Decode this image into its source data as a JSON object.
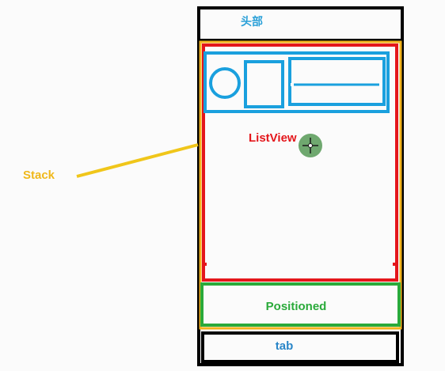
{
  "labels": {
    "header": "头部",
    "listview": "ListView",
    "stack": "Stack",
    "positioned": "Positioned",
    "tab": "tab"
  },
  "colors": {
    "background": "#fbfbfb",
    "phone_frame": "#000000",
    "stack": "#f2b31c",
    "listview": "#e4161b",
    "item": "#1aa0de",
    "positioned": "#2aaa3a",
    "stack_arrow": "#f0c61a",
    "cursor_circle": "#6fa86f",
    "label_header": "#2aa0d8",
    "label_tab": "#2a86c8"
  }
}
